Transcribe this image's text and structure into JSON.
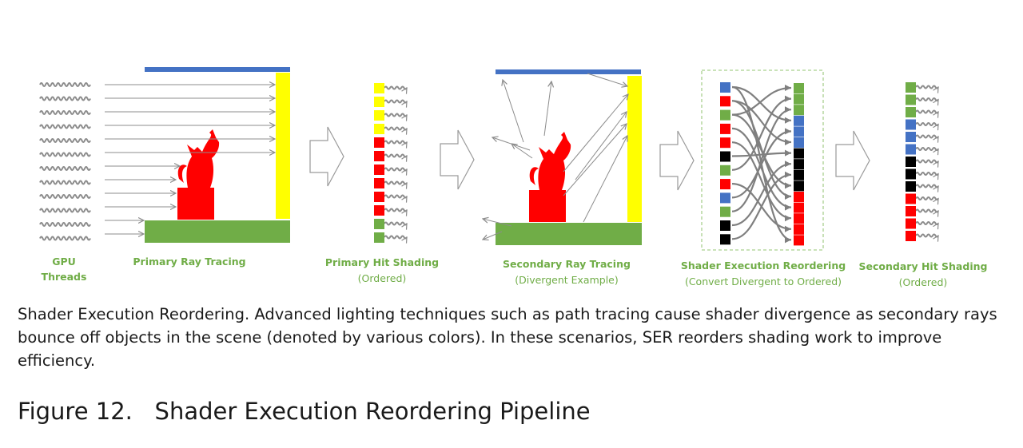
{
  "stages": [
    {
      "label": "GPU",
      "sublabel": "Threads"
    },
    {
      "label": "Primary Ray Tracing",
      "sublabel": ""
    },
    {
      "label": "Primary Hit Shading",
      "sublabel": "(Ordered)"
    },
    {
      "label": "Secondary Ray Tracing",
      "sublabel": "(Divergent Example)"
    },
    {
      "label": "Shader Execution Reordering",
      "sublabel": "(Convert Divergent to Ordered)"
    },
    {
      "label": "Secondary Hit Shading",
      "sublabel": "(Ordered)"
    }
  ],
  "colors": {
    "label_green": "#70ad47",
    "blue": "#4472c4",
    "yellow": "#ffff00",
    "red": "#ff0000",
    "green": "#70ad47",
    "black": "#000000",
    "thread_gray": "#8c8c8c"
  },
  "primary_hit_colors": [
    "yellow",
    "yellow",
    "yellow",
    "yellow",
    "red",
    "red",
    "red",
    "red",
    "red",
    "red",
    "green",
    "green"
  ],
  "ser_input_colors": [
    "blue",
    "red",
    "green",
    "red",
    "red",
    "black",
    "green",
    "red",
    "blue",
    "green",
    "black",
    "black"
  ],
  "ser_output_colors": [
    "green",
    "green",
    "green",
    "blue",
    "blue",
    "blue",
    "black",
    "black",
    "black",
    "black",
    "red",
    "red",
    "red",
    "red",
    "red"
  ],
  "secondary_hit_colors": [
    "green",
    "green",
    "green",
    "blue",
    "blue",
    "blue",
    "black",
    "black",
    "black",
    "red",
    "red",
    "red",
    "red"
  ],
  "caption": "Shader Execution Reordering. Advanced lighting techniques such as path tracing cause shader divergence as secondary rays bounce off objects in the scene (denoted by various colors). In these scenarios, SER reorders shading work to improve efficiency.",
  "figure": {
    "number": "Figure 12.",
    "title": "Shader Execution Reordering Pipeline"
  }
}
